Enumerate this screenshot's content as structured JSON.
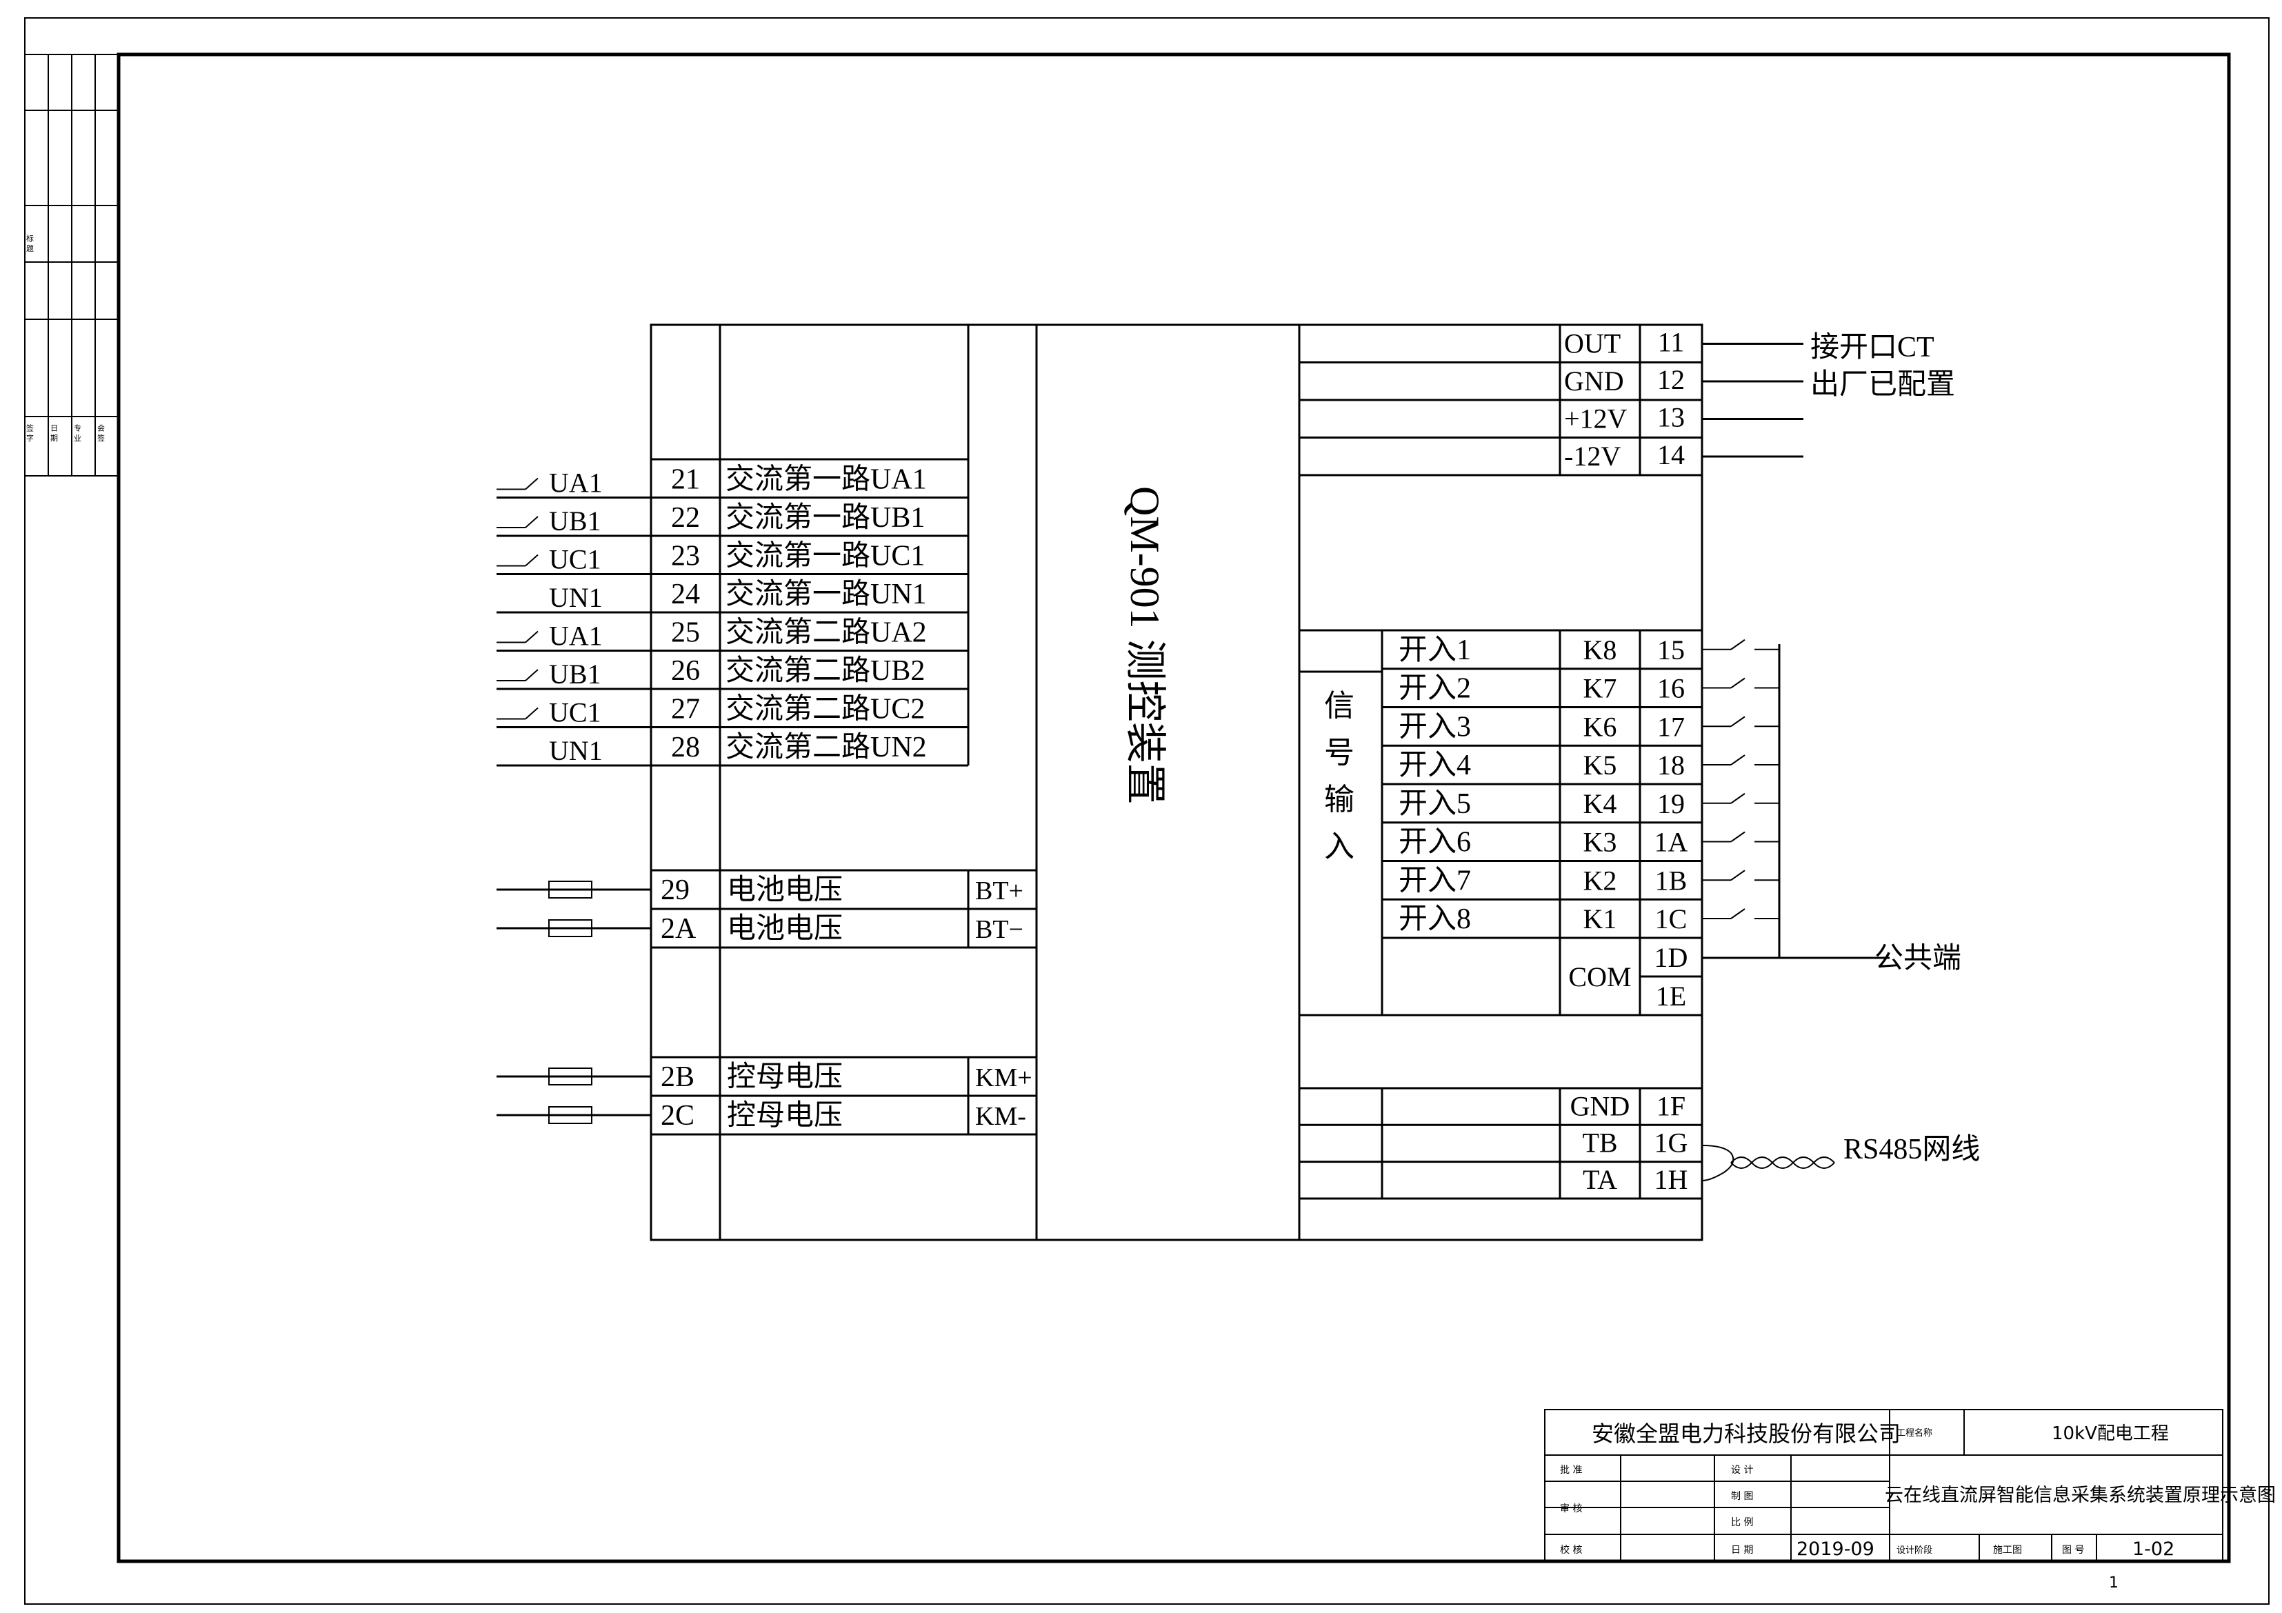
{
  "device": {
    "title": "QM-901 测控装置",
    "ac_rows": [
      {
        "ext": "UA1",
        "term": "21",
        "label": "交流第一路UA1"
      },
      {
        "ext": "UB1",
        "term": "22",
        "label": "交流第一路UB1"
      },
      {
        "ext": "UC1",
        "term": "23",
        "label": "交流第一路UC1"
      },
      {
        "ext": "UN1",
        "term": "24",
        "label": "交流第一路UN1"
      },
      {
        "ext": "UA1",
        "term": "25",
        "label": "交流第二路UA2"
      },
      {
        "ext": "UB1",
        "term": "26",
        "label": "交流第二路UB2"
      },
      {
        "ext": "UC1",
        "term": "27",
        "label": "交流第二路UC2"
      },
      {
        "ext": "UN1",
        "term": "28",
        "label": "交流第二路UN2"
      }
    ],
    "battery_rows": [
      {
        "term": "29",
        "label": "电池电压",
        "pol": "BT+"
      },
      {
        "term": "2A",
        "label": "电池电压",
        "pol": "BT−"
      }
    ],
    "bus_rows": [
      {
        "term": "2B",
        "label": "控母电压",
        "pol": "KM+"
      },
      {
        "term": "2C",
        "label": "控母电压",
        "pol": "KM-"
      }
    ],
    "power_rows": [
      {
        "sig": "OUT",
        "term": "11"
      },
      {
        "sig": "GND",
        "term": "12"
      },
      {
        "sig": "+12V",
        "term": "13"
      },
      {
        "sig": "-12V",
        "term": "14"
      }
    ],
    "ct_note": [
      "接开口CT",
      "出厂已配置"
    ],
    "signal_group_label": [
      "信",
      "号",
      "输",
      "入"
    ],
    "di_rows": [
      {
        "name": "开入1",
        "k": "K8",
        "term": "15"
      },
      {
        "name": "开入2",
        "k": "K7",
        "term": "16"
      },
      {
        "name": "开入3",
        "k": "K6",
        "term": "17"
      },
      {
        "name": "开入4",
        "k": "K5",
        "term": "18"
      },
      {
        "name": "开入5",
        "k": "K4",
        "term": "19"
      },
      {
        "name": "开入6",
        "k": "K3",
        "term": "1A"
      },
      {
        "name": "开入7",
        "k": "K2",
        "term": "1B"
      },
      {
        "name": "开入8",
        "k": "K1",
        "term": "1C"
      }
    ],
    "com": {
      "label": "COM",
      "terms": [
        "1D",
        "1E"
      ],
      "note": "公共端"
    },
    "rs485_rows": [
      {
        "sig": "GND",
        "term": "1F"
      },
      {
        "sig": "TB",
        "term": "1G"
      },
      {
        "sig": "TA",
        "term": "1H"
      }
    ],
    "rs485_note": "RS485网线"
  },
  "title_block": {
    "company": "安徽全盟电力科技股份有限公司",
    "project_label": "工程名称",
    "project": "10kV配电工程",
    "drawing_title": "云在线直流屏智能信息采集系统装置原理示意图",
    "left_labels": [
      "批 准",
      "审 核",
      "校 核"
    ],
    "mid_labels": [
      "设 计",
      "制 图",
      "比 例",
      "日 期"
    ],
    "date": "2019-09",
    "stage_label": "设计阶段",
    "stage": "施工图",
    "no_label": "图 号",
    "drawing_no": "1-02",
    "sheet": "1"
  },
  "side_strip": {
    "label_a": "标 题",
    "col_labels": [
      "签 字",
      "日 期",
      "专 业",
      "会 签"
    ]
  }
}
